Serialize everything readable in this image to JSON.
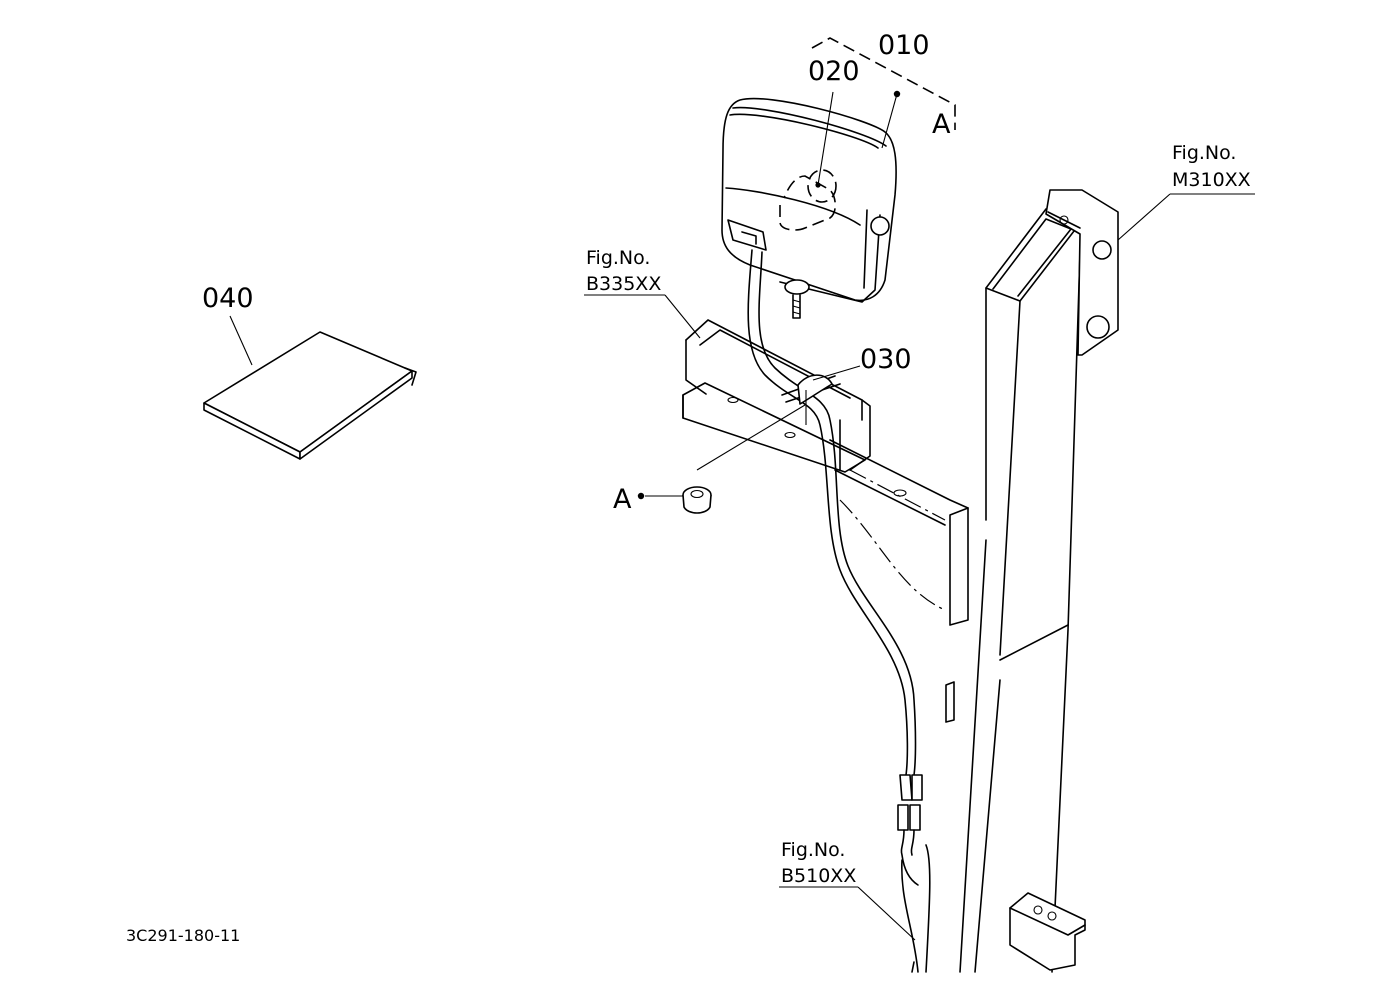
{
  "diagram": {
    "parts": [
      {
        "id": "part-010",
        "label": "010"
      },
      {
        "id": "part-020",
        "label": "020"
      },
      {
        "id": "part-030",
        "label": "030"
      },
      {
        "id": "part-040",
        "label": "040"
      }
    ],
    "connector_marks": {
      "top": "A",
      "left": "A"
    },
    "fig_refs": {
      "m310": {
        "line1": "Fig.No.",
        "line2": "M310XX"
      },
      "b335": {
        "line1": "Fig.No.",
        "line2": "B335XX"
      },
      "b510": {
        "line1": "Fig.No.",
        "line2": "B510XX"
      }
    },
    "drawing_code": "3C291-180-11"
  }
}
